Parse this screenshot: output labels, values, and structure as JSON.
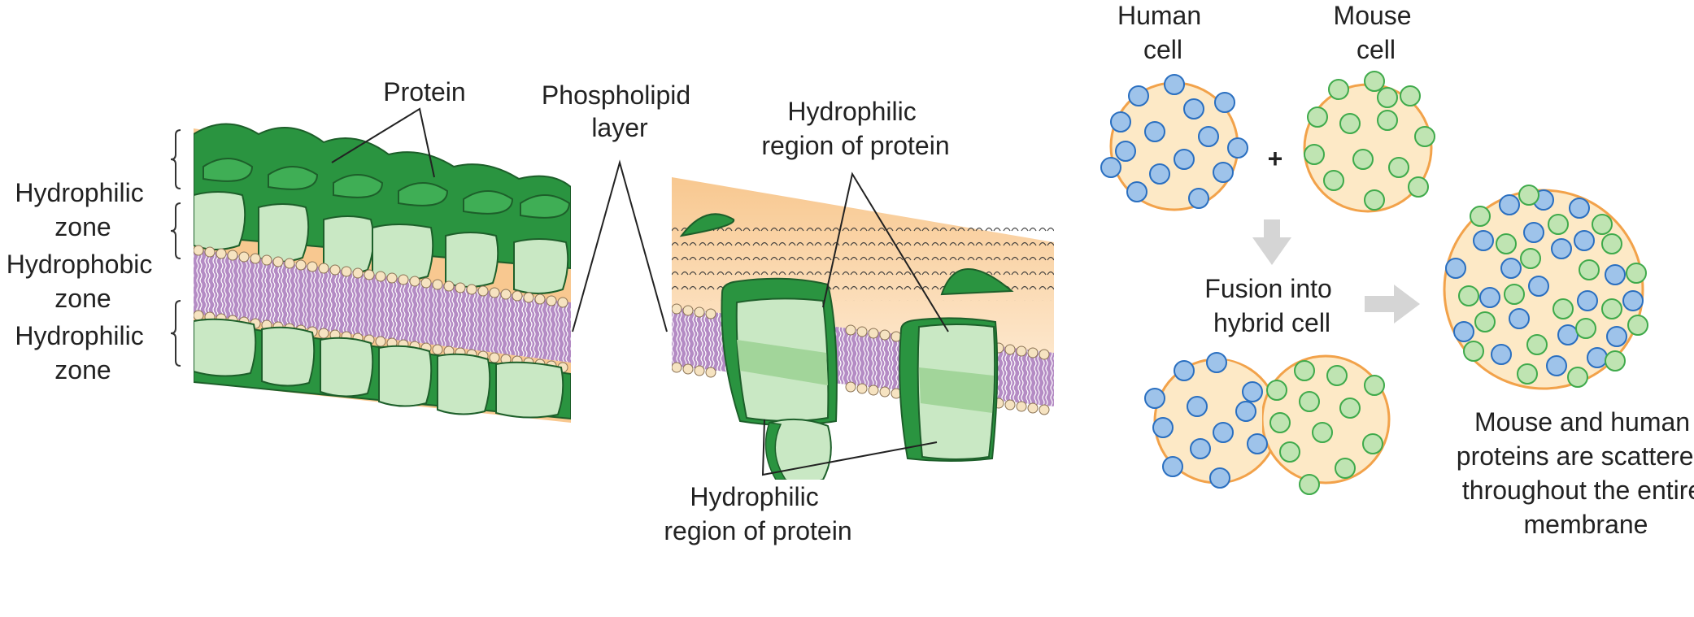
{
  "colors": {
    "protein_dark": "#2a9440",
    "protein_mid": "#3fae55",
    "protein_light": "#c9e8c4",
    "protein_band": "#a2d59a",
    "bilayer": "#b48bc4",
    "bilayer_tail": "#ffffff",
    "head": "#f6e3c1",
    "head_stroke": "#8b7355",
    "cytoplasm_top": "#f8c890",
    "cytoplasm_bottom": "#fde7cc",
    "cell_fill": "#fde9c6",
    "cell_stroke": "#f2a24a",
    "human_dot": "#9ec3ea",
    "human_dot_stroke": "#2a6fc0",
    "mouse_dot": "#bfe4b2",
    "mouse_dot_stroke": "#3faa4b",
    "arrow": "#d5d5d5"
  },
  "panel1": {
    "protein_label": "Protein",
    "zones": [
      {
        "lines": [
          "Hydrophilic",
          "zone"
        ]
      },
      {
        "lines": [
          "Hydrophobic",
          "zone"
        ]
      },
      {
        "lines": [
          "Hydrophilic",
          "zone"
        ]
      }
    ]
  },
  "panel2": {
    "phospholipid_label": [
      "Phospholipid",
      "layer"
    ],
    "top_protein_label": [
      "Hydrophilic",
      "region of protein"
    ],
    "bottom_protein_label": [
      "Hydrophilic",
      "region of protein"
    ]
  },
  "panel3": {
    "human_label": [
      "Human",
      "cell"
    ],
    "mouse_label": [
      "Mouse",
      "cell"
    ],
    "plus": "+",
    "fusion_label": [
      "Fusion into",
      "hybrid cell"
    ],
    "result_label": [
      "Mouse and human",
      "proteins are scattered",
      "throughout the entire",
      "membrane"
    ]
  }
}
